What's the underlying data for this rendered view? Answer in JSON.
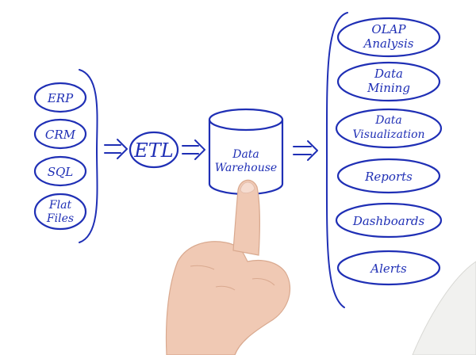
{
  "colors": {
    "ink": "#1f2fb5",
    "background": "#ffffff",
    "skin": "#f0c9b4",
    "sleeve": "#f1f1ef"
  },
  "sources": [
    {
      "line1": "ERP",
      "line2": ""
    },
    {
      "line1": "CRM",
      "line2": ""
    },
    {
      "line1": "SQL",
      "line2": ""
    },
    {
      "line1": "Flat",
      "line2": "Files"
    }
  ],
  "etl": {
    "label": "ETL"
  },
  "warehouse": {
    "line1": "Data",
    "line2": "Warehouse"
  },
  "outputs": [
    {
      "line1": "OLAP",
      "line2": "Analysis"
    },
    {
      "line1": "Data",
      "line2": "Mining"
    },
    {
      "line1": "Data",
      "line2": "Visualization"
    },
    {
      "line1": "Reports",
      "line2": ""
    },
    {
      "line1": "Dashboards",
      "line2": ""
    },
    {
      "line1": "Alerts",
      "line2": ""
    }
  ],
  "pointing_hand": {
    "icon": "pointing-hand-icon"
  }
}
